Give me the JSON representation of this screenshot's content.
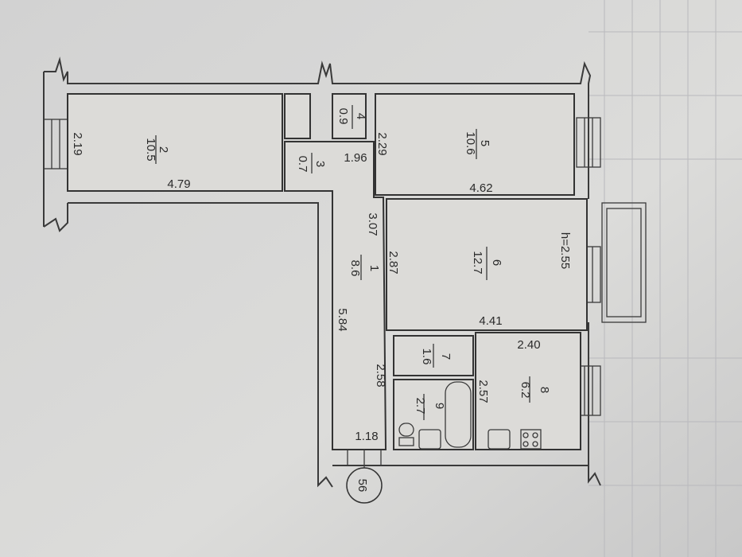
{
  "plan": {
    "height_label": "h=2.55",
    "axis_label": "56",
    "rooms": [
      {
        "number": "1",
        "area": "8.6"
      },
      {
        "number": "2",
        "area": "10.5"
      },
      {
        "number": "3",
        "area": "0.7"
      },
      {
        "number": "4",
        "area": "0.9"
      },
      {
        "number": "5",
        "area": "10.6"
      },
      {
        "number": "6",
        "area": "12.7"
      },
      {
        "number": "7",
        "area": "1.6"
      },
      {
        "number": "8",
        "area": "6.2"
      },
      {
        "number": "9",
        "area": "2.7"
      }
    ],
    "dimensions": {
      "room2_width": "2.19",
      "room2_length": "4.79",
      "hall_width": "1.96",
      "room5_width": "2.29",
      "room5_length": "4.62",
      "corridor_upper": "3.07",
      "corridor_length": "5.84",
      "corridor_end": "1.18",
      "room6_width": "2.87",
      "room6_length": "4.41",
      "bath_length": "2.58",
      "kitchen_width": "2.57",
      "kitchen_length": "2.40"
    }
  }
}
